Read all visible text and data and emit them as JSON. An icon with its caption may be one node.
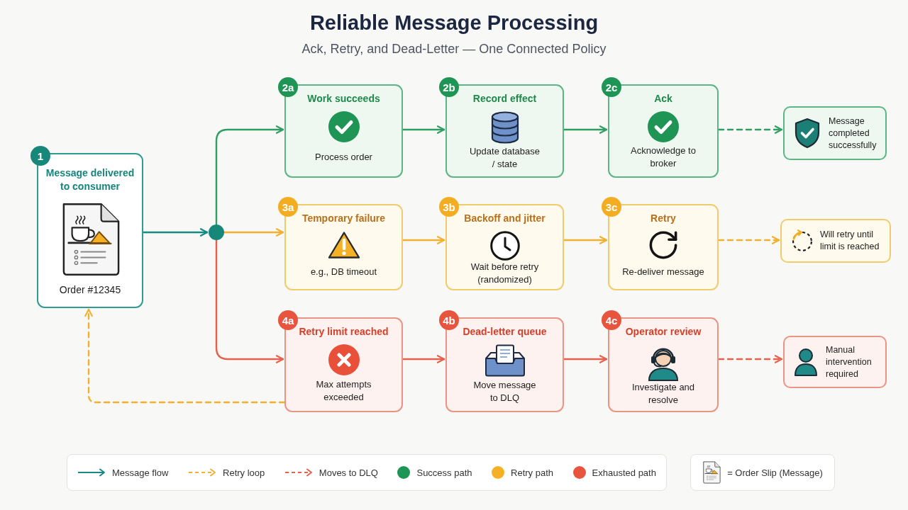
{
  "diagram": {
    "title": "Reliable Message Processing",
    "nodes": [
      {
        "text": [
          "1",
          "Message delivered to consumer",
          "Order #12345"
        ]
      },
      {
        "text": [],
        "shape": "circle"
      },
      {
        "text": [
          "2a",
          "Work succeeds",
          "Process order"
        ]
      },
      {
        "text": [
          "2b",
          "Record effect",
          "Update database / state"
        ]
      },
      {
        "text": [
          "2c",
          "Ack",
          "Acknowledge to broker"
        ]
      },
      {
        "text": [
          "Message completed successfully"
        ]
      },
      {
        "text": [
          "3a",
          "Temporary failure",
          "e.g., DB timeout"
        ]
      },
      {
        "text": [
          "3b",
          "Backoff and jitter",
          "Wait before retry (randomized)"
        ]
      },
      {
        "text": [
          "3c",
          "Retry",
          "Re-deliver message"
        ]
      },
      {
        "text": [
          "Will retry until limit is reached"
        ]
      },
      {
        "text": [
          "4a",
          "Retry limit reached",
          "Max attempts exceeded"
        ]
      },
      {
        "text": [
          "4b",
          "Dead-letter queue",
          "Move message to DLQ"
        ]
      },
      {
        "text": [
          "4c",
          "Operator review",
          "Investigate and resolve"
        ]
      },
      {
        "text": [
          "Manual intervention required"
        ]
      }
    ],
    "edges": [
      {
        "from": 0,
        "to": 1,
        "arrow": "to",
        "color": "#168a80"
      },
      {
        "from": 1,
        "to": 2,
        "arrow": "to",
        "color": "#2f9e62"
      },
      {
        "from": 1,
        "to": 6,
        "arrow": "to",
        "color": "#f0b030"
      },
      {
        "from": 1,
        "to": 10,
        "arrow": "to",
        "color": "#e6604b"
      },
      {
        "from": 2,
        "to": 3,
        "arrow": "to",
        "color": "#2f9e62"
      },
      {
        "from": 3,
        "to": 4,
        "arrow": "to",
        "color": "#2f9e62"
      },
      {
        "from": 4,
        "to": 5,
        "arrow": "to",
        "style": "dashed",
        "color": "#2f9e62"
      },
      {
        "from": 6,
        "to": 7,
        "arrow": "to",
        "color": "#f0b030"
      },
      {
        "from": 7,
        "to": 8,
        "arrow": "to",
        "color": "#f0b030"
      },
      {
        "from": 8,
        "to": 9,
        "arrow": "to",
        "style": "dashed",
        "color": "#f0b030"
      },
      {
        "from": 10,
        "to": 11,
        "arrow": "to",
        "color": "#e6604b"
      },
      {
        "from": 11,
        "to": 12,
        "arrow": "to",
        "color": "#e6604b"
      },
      {
        "from": 12,
        "to": 13,
        "arrow": "to",
        "style": "dashed",
        "color": "#e6604b"
      },
      {
        "from": 10,
        "to": 0,
        "arrow": "to",
        "style": "dashed",
        "color": "#f0b030"
      }
    ],
    "labels": [
      "Ack, Retry, and Dead-Letter — One Connected Policy"
    ],
    "legend": [
      {
        "text": "Message flow"
      },
      {
        "text": "Retry loop"
      },
      {
        "text": "Moves to DLQ"
      },
      {
        "text": "Success path",
        "color": "#1e9455"
      },
      {
        "text": "Retry path",
        "color": "#f5b125"
      },
      {
        "text": "Exhausted path",
        "color": "#e8553f"
      },
      {
        "text": "= Order Slip (Message)"
      }
    ]
  }
}
